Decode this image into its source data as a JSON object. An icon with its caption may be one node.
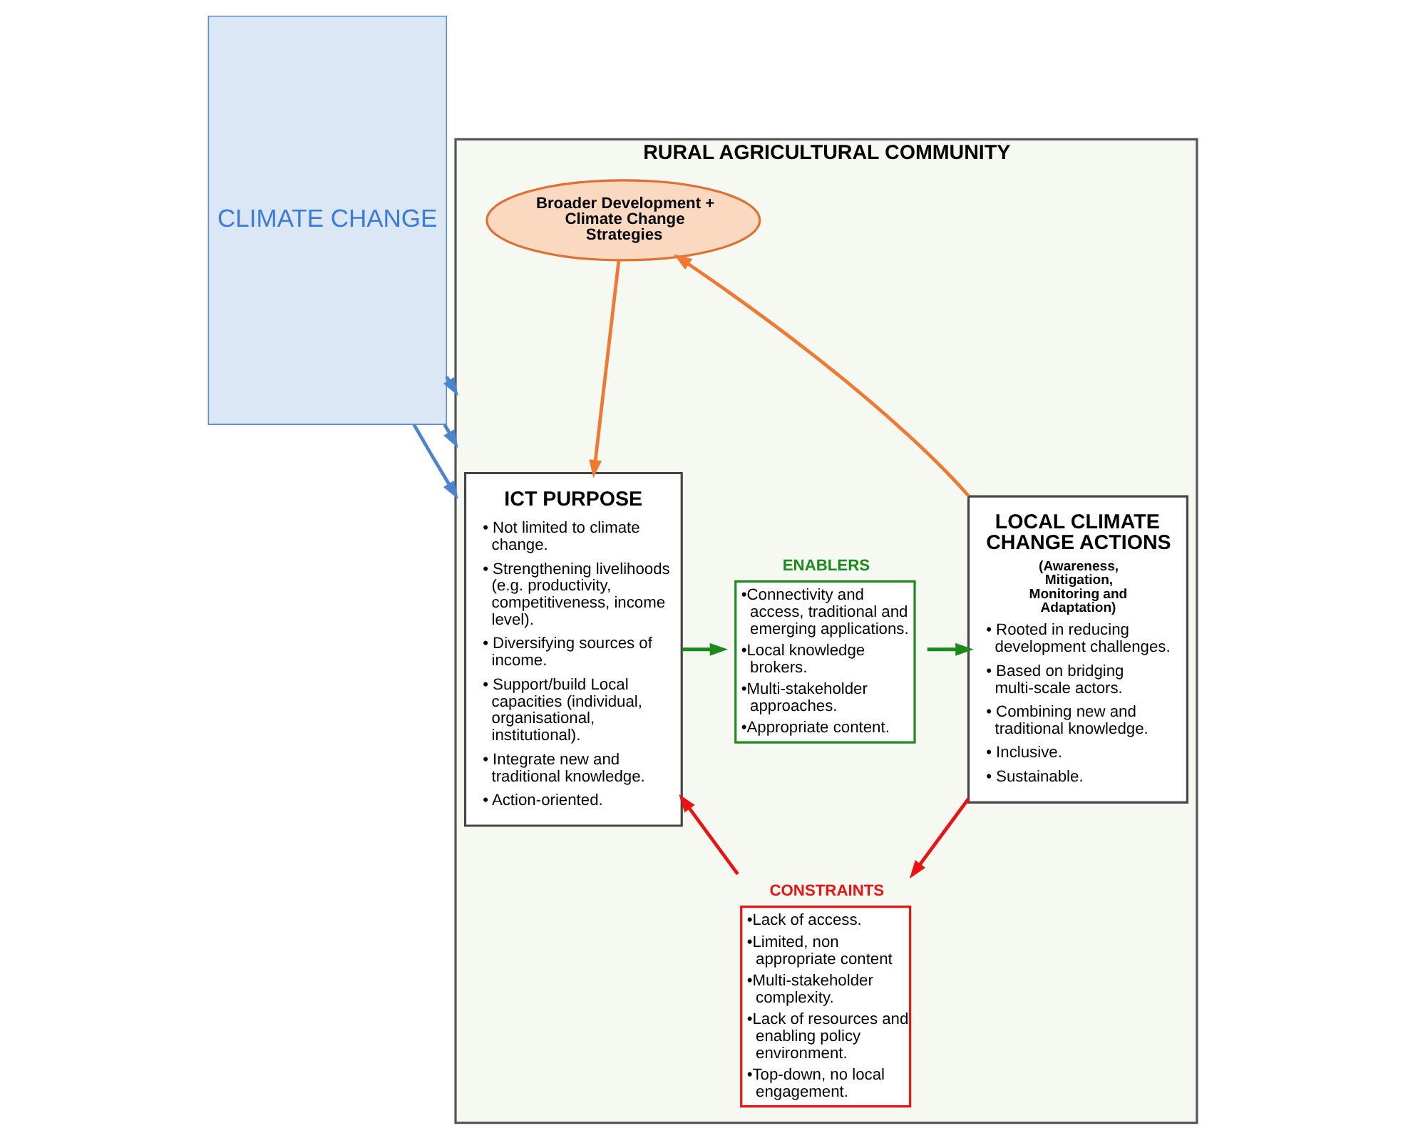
{
  "diagram": {
    "nodes": [
      {
        "text": [
          "CLIMATE CHANGE"
        ]
      },
      {
        "text": [
          "RURAL AGRICULTURAL COMMUNITY"
        ]
      },
      {
        "text": [
          "Broader Development + Climate Change Strategies"
        ],
        "in": 1
      },
      {
        "text": [
          "ICT PURPOSE",
          "• Not limited to climate change.",
          "• Strengthening livelihoods (e.g. productivity, competitiveness, income level).",
          "• Diversifying sources of income.",
          "• Support/build Local capacities (individual, organisational, institutional).",
          "• Integrate new and traditional knowledge.",
          "• Action-oriented."
        ],
        "in": 1
      },
      {
        "text": [
          "ENABLERS",
          "•Connectivity and access, traditional and emerging applications.",
          "•Local knowledge brokers.",
          "•Multi-stakeholder approaches.",
          "•Appropriate content."
        ],
        "in": 1
      },
      {
        "text": [
          "LOCAL CLIMATE CHANGE ACTIONS",
          "(Awareness, Mitigation, Monitoring and Adaptation)",
          "• Rooted in reducing development challenges.",
          "• Based on bridging multi-scale actors.",
          "• Combining new and traditional knowledge.",
          "• Inclusive.",
          "• Sustainable."
        ],
        "in": 1
      },
      {
        "text": [
          "CONSTRAINTS",
          "•Lack of access.",
          "•Limited, non appropriate content",
          "•Multi-stakeholder complexity.",
          "•Lack of resources and enabling policy environment.",
          "•Top-down, no local engagement."
        ],
        "in": 1
      }
    ],
    "edges": [
      {
        "from": 0,
        "to": 1,
        "arrow": "to"
      },
      {
        "from": 0,
        "to": 1,
        "arrow": "to"
      },
      {
        "from": 0,
        "to": 1,
        "arrow": "to"
      },
      {
        "from": 2,
        "to": 3,
        "arrow": "to",
        "color": "#f07830"
      },
      {
        "from": 5,
        "to": 2,
        "arrow": "to",
        "color": "#f07830"
      },
      {
        "from": 3,
        "to": 4,
        "arrow": "to",
        "color": "#1a8a1a"
      },
      {
        "from": 4,
        "to": 5,
        "arrow": "to",
        "color": "#1a8a1a"
      },
      {
        "from": 5,
        "to": 6,
        "arrow": "to",
        "color": "#ee1111"
      },
      {
        "from": 6,
        "to": 3,
        "arrow": "to",
        "color": "#ee1111"
      }
    ]
  }
}
